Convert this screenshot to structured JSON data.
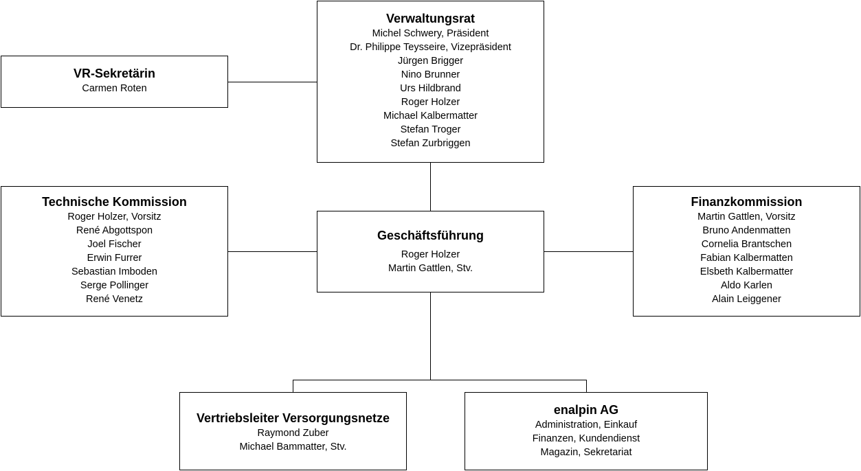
{
  "colors": {
    "line": "#000000",
    "box_border": "#000000",
    "background": "#ffffff"
  },
  "boxes": {
    "verwaltungsrat": {
      "title": "Verwaltungsrat",
      "members": [
        "Michel Schwery, Präsident",
        "Dr. Philippe Teysseire, Vizepräsident",
        "Jürgen Brigger",
        "Nino Brunner",
        "Urs Hildbrand",
        "Roger Holzer",
        "Michael Kalbermatter",
        "Stefan Troger",
        "Stefan Zurbriggen"
      ]
    },
    "vr_sekretaerin": {
      "title": "VR-Sekretärin",
      "members": [
        "Carmen Roten"
      ]
    },
    "technische_kommission": {
      "title": "Technische Kommission",
      "members": [
        "Roger Holzer, Vorsitz",
        "René Abgottspon",
        "Joel Fischer",
        "Erwin Furrer",
        "Sebastian Imboden",
        "Serge Pollinger",
        "René Venetz"
      ]
    },
    "geschaeftsfuehrung": {
      "title": "Geschäftsführung",
      "members": [
        "Roger Holzer",
        "Martin Gattlen, Stv."
      ]
    },
    "finanzkommission": {
      "title": "Finanzkommission",
      "members": [
        "Martin Gattlen, Vorsitz",
        "Bruno Andenmatten",
        "Cornelia Brantschen",
        "Fabian Kalbermatten",
        "Elsbeth Kalbermatter",
        "Aldo Karlen",
        "Alain Leiggener"
      ]
    },
    "vertriebsleiter": {
      "title": "Vertriebsleiter Versorgungsnetze",
      "members": [
        "Raymond Zuber",
        "Michael Bammatter, Stv."
      ]
    },
    "enalpin": {
      "title": "enalpin AG",
      "members": [
        "Administration, Einkauf",
        "Finanzen, Kundendienst",
        "Magazin, Sekretariat"
      ]
    }
  }
}
